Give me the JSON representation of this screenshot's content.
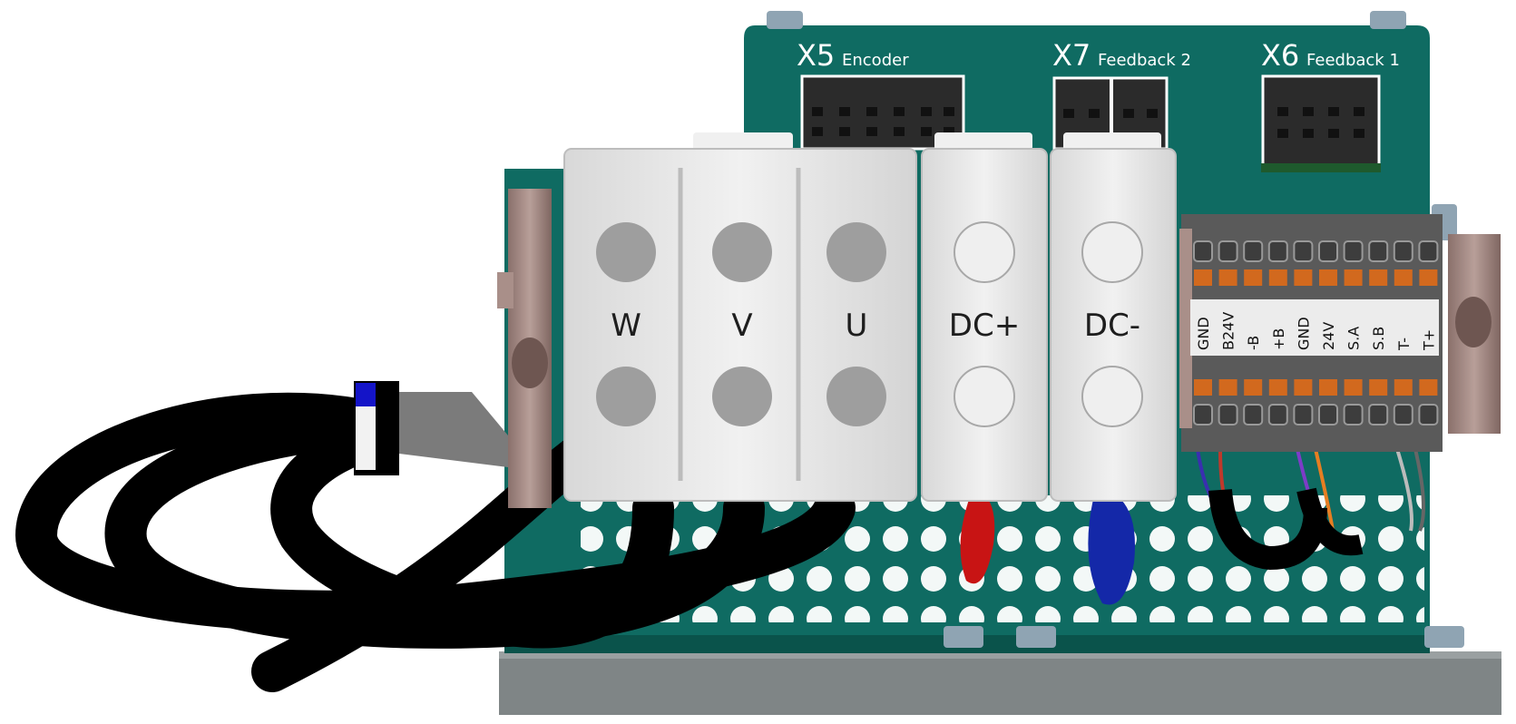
{
  "connectors": [
    {
      "id": "X5",
      "name": "Encoder"
    },
    {
      "id": "X7",
      "name": "Feedback 2"
    },
    {
      "id": "X6",
      "name": "Feedback 1"
    }
  ],
  "power_terminals": [
    "W",
    "V",
    "U",
    "DC+",
    "DC-"
  ],
  "io_terminals": [
    "GND",
    "B24V",
    "-B",
    "+B",
    "GND",
    "24V",
    "S.A",
    "S.B",
    "T-",
    "T+"
  ],
  "colors": {
    "board": "#0f6b62",
    "board_dark": "#0a534b",
    "terminal_block": "#e6e6e6",
    "cable": "#000000",
    "dc_plus_wire": "#c81414",
    "dc_minus_wire": "#1428a8",
    "spring_terminal": "#555555",
    "release_lever": "#d2691e",
    "mount_bracket": "#a98f89",
    "base_plate": "#7f8586"
  }
}
